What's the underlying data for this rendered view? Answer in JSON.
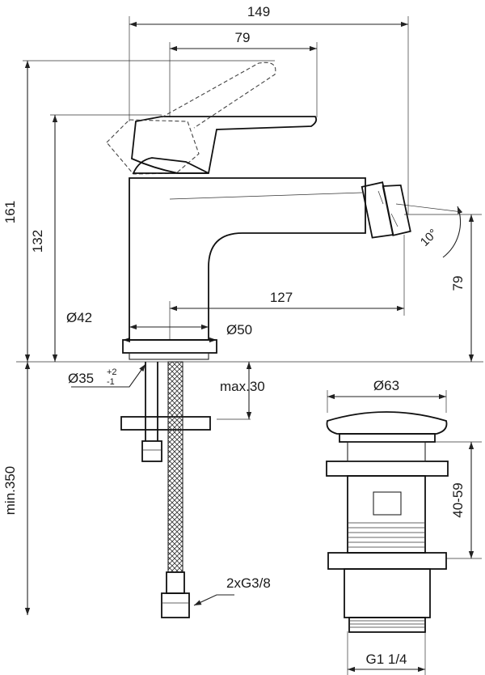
{
  "dimensions": {
    "overall_width": "149",
    "handle_reach": "79",
    "overall_height": "161",
    "spout_height": "132",
    "spout_reach": "127",
    "outlet_height": "79",
    "aerator_angle": "10°",
    "body_diameter": "Ø42",
    "base_diameter": "Ø50",
    "hole_diameter_main": "Ø35",
    "hole_tol_plus": "+2",
    "hole_tol_minus": "-1",
    "max_deck_thickness": "max.30",
    "hose_length": "min.350",
    "connection": "2xG3/8",
    "waste_cap_diameter": "Ø63",
    "waste_depth_range": "40-59",
    "waste_thread": "G1 1/4"
  },
  "colors": {
    "line": "#222222",
    "background": "#ffffff"
  }
}
